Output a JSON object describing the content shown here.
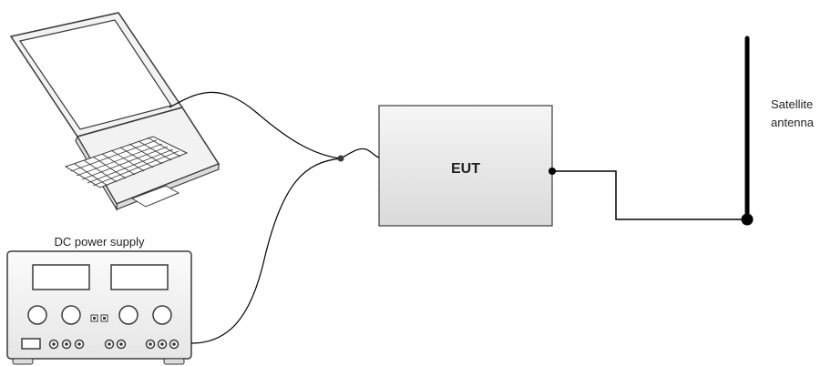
{
  "labels": {
    "eut": "EUT",
    "power_supply": "DC power supply",
    "antenna_line1": "Satellite",
    "antenna_line2": "antenna"
  },
  "colors": {
    "stroke": "#3a3a3a",
    "box_fill_top": "#f4f4f4",
    "box_fill_bottom": "#dcdcdc",
    "device_fill": "#f2f2f2",
    "screen_fill": "#ffffff",
    "line": "#000000"
  },
  "icons": {
    "laptop": "laptop-icon",
    "power_supply": "dc-power-supply-icon",
    "antenna": "satellite-antenna-icon"
  }
}
